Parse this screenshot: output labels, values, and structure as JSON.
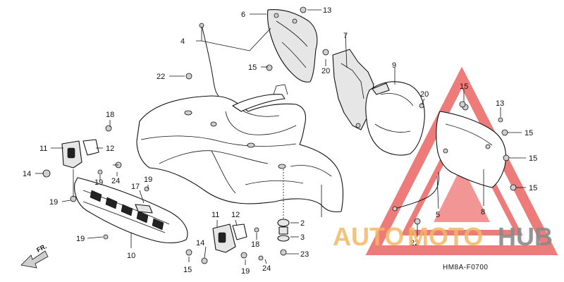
{
  "diagram_code": "HM8A-F0700",
  "direction_label": "FR.",
  "watermark": {
    "word_a": "AUTO",
    "word_b": "MOTO",
    "word_c": "HUB",
    "colors": {
      "triangle": "#e8504d",
      "auto": "#f3b866",
      "hub": "#8a8a8a"
    }
  },
  "callouts": [
    "13",
    "6",
    "4",
    "7",
    "15",
    "20",
    "22",
    "9",
    "20",
    "15",
    "13",
    "15",
    "18",
    "11",
    "12",
    "15",
    "14",
    "19",
    "24",
    "17",
    "19",
    "15",
    "19",
    "11",
    "12",
    "2",
    "3",
    "18",
    "14",
    "19",
    "24",
    "23",
    "10",
    "15",
    "5",
    "8",
    "22"
  ]
}
